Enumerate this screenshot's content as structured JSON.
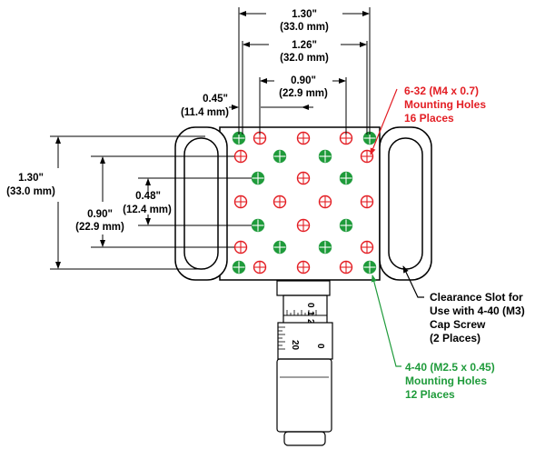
{
  "colors": {
    "red": "#e31e24",
    "green": "#1f9b3b",
    "outline": "#000000",
    "plate_fill": "#ffffff",
    "micrometer_fill": "#ffffff"
  },
  "dimensions": {
    "overall_width_in": "1.30\"",
    "overall_width_mm": "(33.0 mm)",
    "large_hole_span_in": "1.26\"",
    "large_hole_span_mm": "(32.0 mm)",
    "center_span_in": "0.90\"",
    "center_span_mm": "(22.9 mm)",
    "offset_in": "0.45\"",
    "offset_mm": "(11.4 mm)",
    "overall_height_in": "1.30\"",
    "overall_height_mm": "(33.0 mm)",
    "vertical_span_in": "0.90\"",
    "vertical_span_mm": "(22.9 mm)",
    "vertical_pitch_in": "0.48\"",
    "vertical_pitch_mm": "(12.4 mm)"
  },
  "callouts": {
    "red_holes": [
      "6-32 (M4 x 0.7)",
      "Mounting Holes",
      "16 Places"
    ],
    "clearance_slot": [
      "Clearance Slot for",
      "Use with 4-40 (M3)",
      "Cap Screw",
      "(2 Places)"
    ],
    "green_holes": [
      "4-40 (M2.5 x 0.45)",
      "Mounting Holes",
      "12 Places"
    ]
  },
  "micrometer": {
    "barrel_numbers": [
      "0",
      "1",
      "2"
    ],
    "thimble_numbers": [
      "0",
      "20"
    ]
  },
  "icons": {
    "red_hole": "crosshair-circle-red",
    "green_hole": "crosshair-circle-green",
    "slot": "rounded-slot"
  }
}
